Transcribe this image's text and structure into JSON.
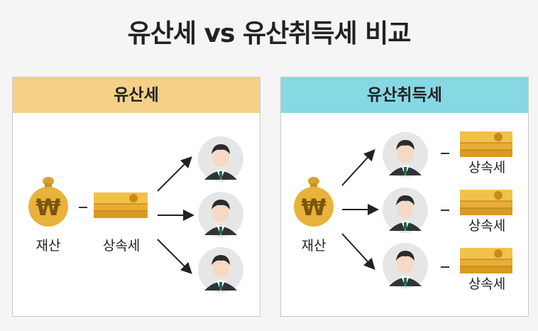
{
  "title": "유산세 vs 유산취득세 비교",
  "left": {
    "header": "유산세",
    "asset_label": "재산",
    "tax_label": "상속세"
  },
  "right": {
    "header": "유산취득세",
    "asset_label": "재산",
    "tax_label": "상속세"
  },
  "icons": [
    "money-bag-icon",
    "cash-stack-icon",
    "person-icon",
    "arrow-icon"
  ],
  "colors": {
    "left_header": "#f4d089",
    "right_header": "#86d8e3",
    "gold": "#e9b23a"
  }
}
